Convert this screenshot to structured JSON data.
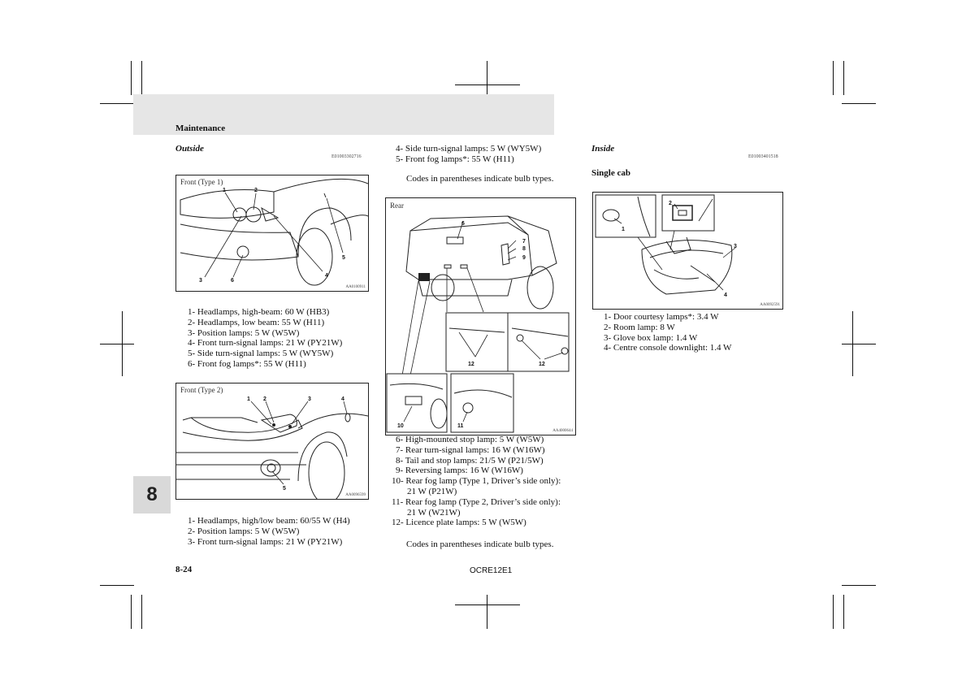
{
  "header": {
    "section": "Maintenance"
  },
  "chapter_tab": "8",
  "left": {
    "heading": "Outside",
    "ref_code": "E01003302716",
    "fig1": {
      "label": "Front (Type 1)",
      "code": "AA0100911",
      "callouts": [
        "1",
        "2",
        "3",
        "4",
        "5",
        "6"
      ],
      "icon": "front-lamp-diagram-type1"
    },
    "list1": [
      "1- Headlamps, high-beam: 60 W (HB3)",
      "2- Headlamps, low beam: 55 W (H11)",
      "3- Position lamps: 5 W (W5W)",
      "4- Front turn-signal lamps: 21 W (PY21W)",
      "5- Side turn-signal lamps: 5 W (WY5W)",
      "6- Front fog lamps*: 55 W (H11)"
    ],
    "fig2": {
      "label": "Front (Type 2)",
      "code": "AA0096599",
      "callouts": [
        "1",
        "2",
        "3",
        "4",
        "5"
      ],
      "icon": "front-lamp-diagram-type2"
    },
    "list2": [
      "1- Headlamps, high/low beam: 60/55 W (H4)",
      "2- Position lamps: 5 W (W5W)",
      "3- Front turn-signal lamps: 21 W (PY21W)"
    ]
  },
  "middle": {
    "list_top": [
      "4- Side turn-signal lamps: 5 W (WY5W)",
      "5- Front fog lamps*: 55 W (H11)"
    ],
    "note1": "Codes in parentheses indicate bulb types.",
    "fig": {
      "label": "Rear",
      "code": "AA4000644",
      "callouts": [
        "6",
        "7",
        "8",
        "9",
        "12",
        "12",
        "10",
        "11"
      ],
      "icon": "rear-lamp-diagram"
    },
    "list": [
      {
        "text": "6- High-mounted stop lamp: 5 W (W5W)",
        "cont": false
      },
      {
        "text": "7- Rear turn-signal lamps: 16 W (W16W)",
        "cont": false
      },
      {
        "text": "8- Tail and stop lamps: 21/5 W (P21/5W)",
        "cont": false
      },
      {
        "text": "9- Reversing lamps: 16 W (W16W)",
        "cont": false
      },
      {
        "text": "10- Rear fog lamp (Type 1, Driver’s side only):",
        "cont": false
      },
      {
        "text": "21 W (P21W)",
        "cont": true
      },
      {
        "text": "11- Rear fog lamp (Type 2, Driver’s side only):",
        "cont": false
      },
      {
        "text": "21 W (W21W)",
        "cont": true
      },
      {
        "text": "12- Licence plate lamps: 5 W (W5W)",
        "cont": false
      }
    ],
    "note2": "Codes in parentheses indicate bulb types."
  },
  "right": {
    "heading": "Inside",
    "ref_code": "E01003401518",
    "subheading": "Single cab",
    "fig": {
      "code": "AA0092591",
      "callouts": [
        "1",
        "2",
        "3",
        "4"
      ],
      "icon": "interior-lamp-diagram"
    },
    "list": [
      "1- Door courtesy lamps*: 3.4 W",
      "2- Room lamp: 8 W",
      "3- Glove box lamp: 1.4 W",
      "4- Centre console downlight: 1.4 W"
    ]
  },
  "footer": {
    "page_number": "8-24",
    "doc_code": "OCRE12E1"
  }
}
